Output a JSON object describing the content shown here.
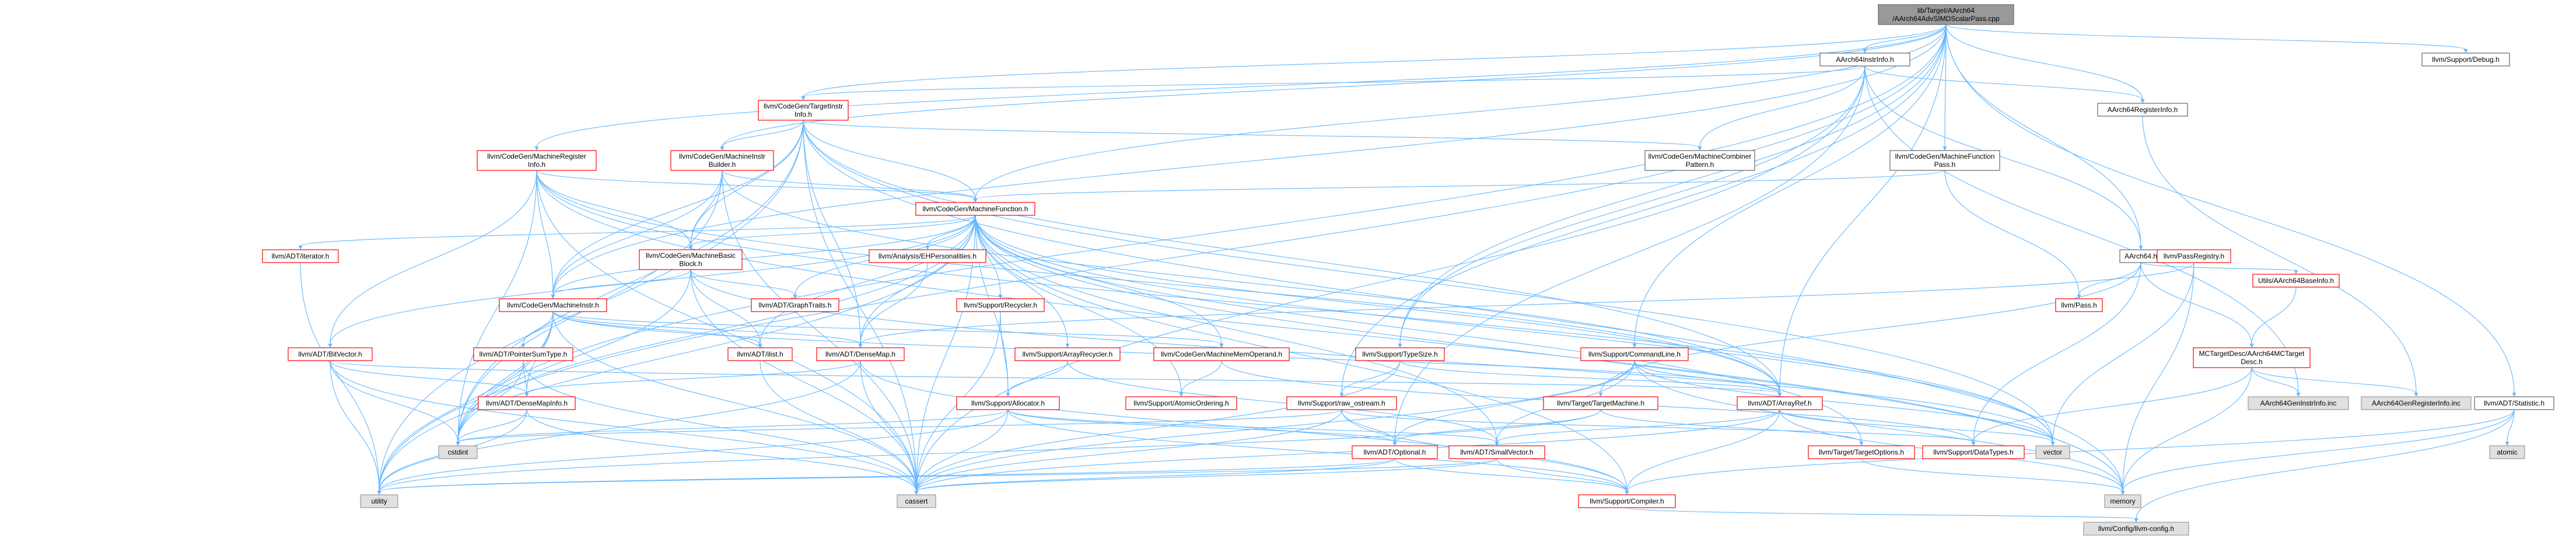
{
  "colors": {
    "edge": "#63b8ff",
    "root_fill": "#999999",
    "root_stroke": "#666666",
    "local_stroke": "#ff0000",
    "plain_stroke": "#666666",
    "system_fill": "#e0e0e0",
    "system_stroke": "#999999",
    "node_fill": "#ffffff"
  },
  "nodes": [
    {
      "id": "root",
      "lines": [
        "lib/Target/AArch64",
        "/AArch64AdvSIMDScalarPass.cpp"
      ],
      "kind": "root"
    },
    {
      "id": "AArch64InstrInfo",
      "lines": [
        "AArch64InstrInfo.h"
      ],
      "kind": "plain"
    },
    {
      "id": "SupportDebug",
      "lines": [
        "llvm/Support/Debug.h"
      ],
      "kind": "plain"
    },
    {
      "id": "TargetInstrInfo",
      "lines": [
        "llvm/CodeGen/TargetInstr",
        "Info.h"
      ],
      "kind": "local"
    },
    {
      "id": "AArch64RegisterInfo",
      "lines": [
        "AArch64RegisterInfo.h"
      ],
      "kind": "plain"
    },
    {
      "id": "MachineRegisterInfo",
      "lines": [
        "llvm/CodeGen/MachineRegister",
        "Info.h"
      ],
      "kind": "local"
    },
    {
      "id": "MachineInstrBuilder",
      "lines": [
        "llvm/CodeGen/MachineInstr",
        "Builder.h"
      ],
      "kind": "local"
    },
    {
      "id": "MachineCombinerPattern",
      "lines": [
        "llvm/CodeGen/MachineCombiner",
        "Pattern.h"
      ],
      "kind": "plain"
    },
    {
      "id": "MachineFunctionPass",
      "lines": [
        "llvm/CodeGen/MachineFunction",
        "Pass.h"
      ],
      "kind": "plain"
    },
    {
      "id": "MachineFunction",
      "lines": [
        "llvm/CodeGen/MachineFunction.h"
      ],
      "kind": "local"
    },
    {
      "id": "AArch64",
      "lines": [
        "AArch64.h"
      ],
      "kind": "plain"
    },
    {
      "id": "ADTIterator",
      "lines": [
        "llvm/ADT/iterator.h"
      ],
      "kind": "local"
    },
    {
      "id": "MachineBasicBlock",
      "lines": [
        "llvm/CodeGen/MachineBasic",
        "Block.h"
      ],
      "kind": "local"
    },
    {
      "id": "EHPersonalities",
      "lines": [
        "llvm/Analysis/EHPersonalities.h"
      ],
      "kind": "local"
    },
    {
      "id": "GraphTraits",
      "lines": [
        "llvm/ADT/GraphTraits.h"
      ],
      "kind": "local"
    },
    {
      "id": "Recycler",
      "lines": [
        "llvm/Support/Recycler.h"
      ],
      "kind": "local"
    },
    {
      "id": "Pass",
      "lines": [
        "llvm/Pass.h"
      ],
      "kind": "local"
    },
    {
      "id": "PassRegistry",
      "lines": [
        "llvm/PassRegistry.h"
      ],
      "kind": "local"
    },
    {
      "id": "AArch64BaseInfo",
      "lines": [
        "Utils/AArch64BaseInfo.h"
      ],
      "kind": "local"
    },
    {
      "id": "MachineInstr",
      "lines": [
        "llvm/CodeGen/MachineInstr.h"
      ],
      "kind": "local"
    },
    {
      "id": "BitVector",
      "lines": [
        "llvm/ADT/BitVector.h"
      ],
      "kind": "local"
    },
    {
      "id": "PointerSumType",
      "lines": [
        "llvm/ADT/PointerSumType.h"
      ],
      "kind": "local"
    },
    {
      "id": "ilist",
      "lines": [
        "llvm/ADT/ilist.h"
      ],
      "kind": "local"
    },
    {
      "id": "DenseMap",
      "lines": [
        "llvm/ADT/DenseMap.h"
      ],
      "kind": "local"
    },
    {
      "id": "ArrayRecycler",
      "lines": [
        "llvm/Support/ArrayRecycler.h"
      ],
      "kind": "local"
    },
    {
      "id": "MachineMemOperand",
      "lines": [
        "llvm/CodeGen/MachineMemOperand.h"
      ],
      "kind": "local"
    },
    {
      "id": "TypeSize",
      "lines": [
        "llvm/Support/TypeSize.h"
      ],
      "kind": "local"
    },
    {
      "id": "CommandLine",
      "lines": [
        "llvm/Support/CommandLine.h"
      ],
      "kind": "local"
    },
    {
      "id": "MCTargetDesc",
      "lines": [
        "MCTargetDesc/AArch64MCTarget",
        "Desc.h"
      ],
      "kind": "local"
    },
    {
      "id": "Statistic",
      "lines": [
        "llvm/ADT/Statistic.h"
      ],
      "kind": "plain"
    },
    {
      "id": "DenseMapInfo",
      "lines": [
        "llvm/ADT/DenseMapInfo.h"
      ],
      "kind": "local"
    },
    {
      "id": "Allocator",
      "lines": [
        "llvm/Support/Allocator.h"
      ],
      "kind": "local"
    },
    {
      "id": "AtomicOrdering",
      "lines": [
        "llvm/Support/AtomicOrdering.h"
      ],
      "kind": "local"
    },
    {
      "id": "rawOstream",
      "lines": [
        "llvm/Support/raw_ostream.h"
      ],
      "kind": "local"
    },
    {
      "id": "ArrayRef",
      "lines": [
        "llvm/ADT/ArrayRef.h"
      ],
      "kind": "local"
    },
    {
      "id": "TargetMachine",
      "lines": [
        "llvm/Target/TargetMachine.h"
      ],
      "kind": "local"
    },
    {
      "id": "TargetOptions",
      "lines": [
        "llvm/Target/TargetOptions.h"
      ],
      "kind": "local"
    },
    {
      "id": "GenInstrInfo",
      "lines": [
        "AArch64GenInstrInfo.inc"
      ],
      "kind": "system"
    },
    {
      "id": "GenRegisterInfo",
      "lines": [
        "AArch64GenRegisterInfo.inc"
      ],
      "kind": "system"
    },
    {
      "id": "atomic",
      "lines": [
        "atomic"
      ],
      "kind": "system"
    },
    {
      "id": "cstdint",
      "lines": [
        "cstdint"
      ],
      "kind": "system"
    },
    {
      "id": "Optional",
      "lines": [
        "llvm/ADT/Optional.h"
      ],
      "kind": "local"
    },
    {
      "id": "SmallVector",
      "lines": [
        "llvm/ADT/SmallVector.h"
      ],
      "kind": "local"
    },
    {
      "id": "DataTypes",
      "lines": [
        "llvm/Support/DataTypes.h"
      ],
      "kind": "local"
    },
    {
      "id": "vector",
      "lines": [
        "vector"
      ],
      "kind": "system"
    },
    {
      "id": "utility",
      "lines": [
        "utility"
      ],
      "kind": "system"
    },
    {
      "id": "cassert",
      "lines": [
        "cassert"
      ],
      "kind": "system"
    },
    {
      "id": "Compiler",
      "lines": [
        "llvm/Support/Compiler.h"
      ],
      "kind": "local"
    },
    {
      "id": "memory",
      "lines": [
        "memory"
      ],
      "kind": "system"
    },
    {
      "id": "llvmConfig",
      "lines": [
        "llvm/Config/llvm-config.h"
      ],
      "kind": "system"
    }
  ],
  "edges": [
    [
      "root",
      "AArch64InstrInfo"
    ],
    [
      "root",
      "SupportDebug"
    ],
    [
      "root",
      "AArch64RegisterInfo"
    ],
    [
      "root",
      "MachineRegisterInfo"
    ],
    [
      "root",
      "MachineInstrBuilder"
    ],
    [
      "root",
      "MachineFunctionPass"
    ],
    [
      "root",
      "MachineFunction"
    ],
    [
      "root",
      "AArch64"
    ],
    [
      "root",
      "Statistic"
    ],
    [
      "root",
      "TypeSize"
    ],
    [
      "root",
      "CommandLine"
    ],
    [
      "root",
      "rawOstream"
    ],
    [
      "root",
      "TargetInstrInfo"
    ],
    [
      "root",
      "utility"
    ],
    [
      "root",
      "MachineInstr"
    ],
    [
      "root",
      "cstdint"
    ],
    [
      "root",
      "ArrayRef"
    ],
    [
      "AArch64InstrInfo",
      "AArch64RegisterInfo"
    ],
    [
      "AArch64InstrInfo",
      "TargetInstrInfo"
    ],
    [
      "AArch64InstrInfo",
      "MachineCombinerPattern"
    ],
    [
      "AArch64InstrInfo",
      "AArch64"
    ],
    [
      "AArch64InstrInfo",
      "GenInstrInfo"
    ],
    [
      "AArch64InstrInfo",
      "TypeSize"
    ],
    [
      "AArch64InstrInfo",
      "Optional"
    ],
    [
      "AArch64InstrInfo",
      "cassert"
    ],
    [
      "AArch64RegisterInfo",
      "GenRegisterInfo"
    ],
    [
      "TargetInstrInfo",
      "MachineInstrBuilder"
    ],
    [
      "TargetInstrInfo",
      "MachineFunction"
    ],
    [
      "TargetInstrInfo",
      "MachineBasicBlock"
    ],
    [
      "TargetInstrInfo",
      "MachineInstr"
    ],
    [
      "TargetInstrInfo",
      "MachineCombinerPattern"
    ],
    [
      "TargetInstrInfo",
      "ArrayRef"
    ],
    [
      "TargetInstrInfo",
      "DenseMap"
    ],
    [
      "TargetInstrInfo",
      "vector"
    ],
    [
      "TargetInstrInfo",
      "cassert"
    ],
    [
      "TargetInstrInfo",
      "cstdint"
    ],
    [
      "TargetInstrInfo",
      "utility"
    ],
    [
      "TargetInstrInfo",
      "memory"
    ],
    [
      "MachineRegisterInfo",
      "MachineFunction"
    ],
    [
      "MachineRegisterInfo",
      "MachineBasicBlock"
    ],
    [
      "MachineRegisterInfo",
      "MachineInstr"
    ],
    [
      "MachineRegisterInfo",
      "BitVector"
    ],
    [
      "MachineRegisterInfo",
      "ArrayRef"
    ],
    [
      "MachineRegisterInfo",
      "cassert"
    ],
    [
      "MachineRegisterInfo",
      "cstdint"
    ],
    [
      "MachineRegisterInfo",
      "vector"
    ],
    [
      "MachineRegisterInfo",
      "memory"
    ],
    [
      "MachineInstrBuilder",
      "MachineFunction"
    ],
    [
      "MachineInstrBuilder",
      "MachineBasicBlock"
    ],
    [
      "MachineInstrBuilder",
      "MachineInstr"
    ],
    [
      "MachineInstrBuilder",
      "ArrayRef"
    ],
    [
      "MachineInstrBuilder",
      "cassert"
    ],
    [
      "MachineInstrBuilder",
      "cstdint"
    ],
    [
      "MachineFunctionPass",
      "MachineFunction"
    ],
    [
      "MachineFunctionPass",
      "Pass"
    ],
    [
      "MachineFunction",
      "ADTIterator"
    ],
    [
      "MachineFunction",
      "MachineBasicBlock"
    ],
    [
      "MachineFunction",
      "EHPersonalities"
    ],
    [
      "MachineFunction",
      "GraphTraits"
    ],
    [
      "MachineFunction",
      "Recycler"
    ],
    [
      "MachineFunction",
      "MachineInstr"
    ],
    [
      "MachineFunction",
      "BitVector"
    ],
    [
      "MachineFunction",
      "ilist"
    ],
    [
      "MachineFunction",
      "DenseMap"
    ],
    [
      "MachineFunction",
      "ArrayRecycler"
    ],
    [
      "MachineFunction",
      "MachineMemOperand"
    ],
    [
      "MachineFunction",
      "AtomicOrdering"
    ],
    [
      "MachineFunction",
      "Allocator"
    ],
    [
      "MachineFunction",
      "ArrayRef"
    ],
    [
      "MachineFunction",
      "SmallVector"
    ],
    [
      "MachineFunction",
      "Compiler"
    ],
    [
      "MachineFunction",
      "cassert"
    ],
    [
      "MachineFunction",
      "cstdint"
    ],
    [
      "MachineFunction",
      "memory"
    ],
    [
      "MachineFunction",
      "utility"
    ],
    [
      "MachineFunction",
      "vector"
    ],
    [
      "MachineFunction",
      "TargetOptions"
    ],
    [
      "AArch64",
      "Pass"
    ],
    [
      "AArch64",
      "PassRegistry"
    ],
    [
      "AArch64",
      "AArch64BaseInfo"
    ],
    [
      "AArch64",
      "MCTargetDesc"
    ],
    [
      "AArch64",
      "DataTypes"
    ],
    [
      "AArch64",
      "TargetMachine"
    ],
    [
      "ADTIterator",
      "utility"
    ],
    [
      "ADTIterator",
      "cstddef_skip"
    ],
    [
      "MachineBasicBlock",
      "ilist"
    ],
    [
      "MachineBasicBlock",
      "GraphTraits"
    ],
    [
      "MachineBasicBlock",
      "MachineInstr"
    ],
    [
      "MachineBasicBlock",
      "cassert"
    ],
    [
      "MachineBasicBlock",
      "vector"
    ],
    [
      "MachineBasicBlock",
      "cstdint"
    ],
    [
      "EHPersonalities",
      "DenseMap"
    ],
    [
      "Recycler",
      "Allocator"
    ],
    [
      "Recycler",
      "cassert"
    ],
    [
      "PassRegistry",
      "DenseMap"
    ],
    [
      "PassRegistry",
      "vector"
    ],
    [
      "PassRegistry",
      "memory"
    ],
    [
      "AArch64BaseInfo",
      "MCTargetDesc"
    ],
    [
      "MachineInstr",
      "DenseMapInfo"
    ],
    [
      "MachineInstr",
      "PointerSumType"
    ],
    [
      "MachineInstr",
      "ilist"
    ],
    [
      "MachineInstr",
      "MachineMemOperand"
    ],
    [
      "MachineInstr",
      "ArrayRef"
    ],
    [
      "MachineInstr",
      "cassert"
    ],
    [
      "MachineInstr",
      "cstdint"
    ],
    [
      "MachineInstr",
      "utility"
    ],
    [
      "MachineInstr",
      "DenseMap"
    ],
    [
      "BitVector",
      "DenseMapInfo"
    ],
    [
      "BitVector",
      "ArrayRef"
    ],
    [
      "BitVector",
      "cassert"
    ],
    [
      "BitVector",
      "cstdint"
    ],
    [
      "BitVector",
      "utility"
    ],
    [
      "PointerSumType",
      "DenseMapInfo"
    ],
    [
      "PointerSumType",
      "cassert"
    ],
    [
      "PointerSumType",
      "cstdint"
    ],
    [
      "ilist",
      "cassert"
    ],
    [
      "DenseMap",
      "DenseMapInfo"
    ],
    [
      "DenseMap",
      "cassert"
    ],
    [
      "DenseMap",
      "utility"
    ],
    [
      "DenseMap",
      "Compiler"
    ],
    [
      "ArrayRecycler",
      "Allocator"
    ],
    [
      "ArrayRecycler",
      "SmallVector"
    ],
    [
      "MachineMemOperand",
      "AtomicOrdering"
    ],
    [
      "MachineMemOperand",
      "DataTypes"
    ],
    [
      "TypeSize",
      "rawOstream"
    ],
    [
      "TypeSize",
      "cassert"
    ],
    [
      "TypeSize",
      "ArrayRef"
    ],
    [
      "CommandLine",
      "ArrayRef"
    ],
    [
      "CommandLine",
      "SmallVector"
    ],
    [
      "CommandLine",
      "Optional"
    ],
    [
      "CommandLine",
      "cassert"
    ],
    [
      "CommandLine",
      "vector"
    ],
    [
      "CommandLine",
      "memory"
    ],
    [
      "MCTargetDesc",
      "GenInstrInfo"
    ],
    [
      "MCTargetDesc",
      "GenRegisterInfo"
    ],
    [
      "MCTargetDesc",
      "DataTypes"
    ],
    [
      "MCTargetDesc",
      "memory"
    ],
    [
      "Statistic",
      "atomic"
    ],
    [
      "Statistic",
      "memory"
    ],
    [
      "Statistic",
      "Compiler"
    ],
    [
      "Statistic",
      "llvmConfig"
    ],
    [
      "DenseMapInfo",
      "cassert"
    ],
    [
      "DenseMapInfo",
      "cstdint"
    ],
    [
      "DenseMapInfo",
      "utility"
    ],
    [
      "Allocator",
      "cassert"
    ],
    [
      "Allocator",
      "cstdint"
    ],
    [
      "Allocator",
      "utility"
    ],
    [
      "Allocator",
      "Compiler"
    ],
    [
      "Allocator",
      "Optional"
    ],
    [
      "Allocator",
      "SmallVector"
    ],
    [
      "rawOstream",
      "Optional"
    ],
    [
      "rawOstream",
      "DataTypes"
    ],
    [
      "rawOstream",
      "cassert"
    ],
    [
      "rawOstream",
      "cstdint"
    ],
    [
      "rawOstream",
      "Compiler"
    ],
    [
      "ArrayRef",
      "SmallVector"
    ],
    [
      "ArrayRef",
      "Compiler"
    ],
    [
      "ArrayRef",
      "vector"
    ],
    [
      "ArrayRef",
      "memory"
    ],
    [
      "ArrayRef",
      "cassert"
    ],
    [
      "TargetMachine",
      "Optional"
    ],
    [
      "TargetMachine",
      "TargetOptions"
    ],
    [
      "TargetMachine",
      "utility"
    ],
    [
      "Optional",
      "utility"
    ],
    [
      "Optional",
      "Compiler"
    ],
    [
      "Optional",
      "cassert"
    ],
    [
      "SmallVector",
      "Compiler"
    ],
    [
      "SmallVector",
      "cassert"
    ],
    [
      "SmallVector",
      "utility"
    ],
    [
      "TargetOptions",
      "memory"
    ],
    [
      "Compiler",
      "llvmConfig"
    ]
  ]
}
